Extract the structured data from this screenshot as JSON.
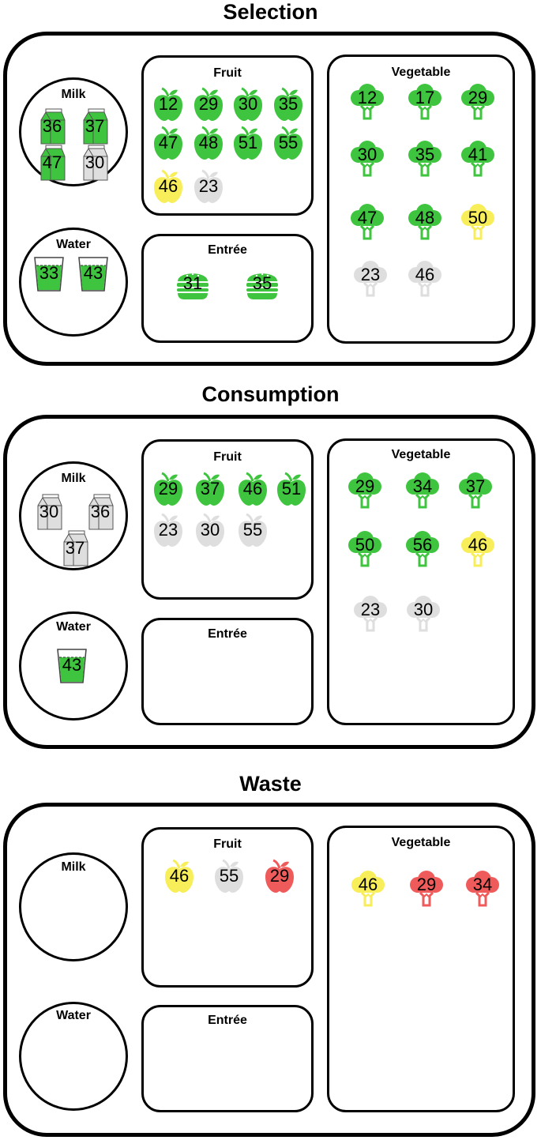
{
  "colors": {
    "green": "#3ec43e",
    "yellow": "#f7ee5a",
    "gray": "#dedede",
    "red": "#ef5b5b"
  },
  "sections": [
    {
      "title": "Selection",
      "milk": {
        "label": "Milk",
        "items": [
          {
            "n": "36",
            "c": "green"
          },
          {
            "n": "37",
            "c": "green"
          },
          {
            "n": "47",
            "c": "green"
          },
          {
            "n": "30",
            "c": "gray"
          }
        ]
      },
      "water": {
        "label": "Water",
        "items": [
          {
            "n": "33",
            "c": "green"
          },
          {
            "n": "43",
            "c": "green"
          }
        ]
      },
      "fruit": {
        "label": "Fruit",
        "items": [
          {
            "n": "12",
            "c": "green"
          },
          {
            "n": "29",
            "c": "green"
          },
          {
            "n": "30",
            "c": "green"
          },
          {
            "n": "35",
            "c": "green"
          },
          {
            "n": "47",
            "c": "green"
          },
          {
            "n": "48",
            "c": "green"
          },
          {
            "n": "51",
            "c": "green"
          },
          {
            "n": "55",
            "c": "green"
          },
          {
            "n": "46",
            "c": "yellow"
          },
          {
            "n": "23",
            "c": "gray"
          }
        ]
      },
      "entree": {
        "label": "Entrée",
        "items": [
          {
            "n": "31",
            "c": "green"
          },
          {
            "n": "35",
            "c": "green"
          }
        ]
      },
      "vegetable": {
        "label": "Vegetable",
        "items": [
          {
            "n": "12",
            "c": "green"
          },
          {
            "n": "17",
            "c": "green"
          },
          {
            "n": "29",
            "c": "green"
          },
          {
            "n": "30",
            "c": "green"
          },
          {
            "n": "35",
            "c": "green"
          },
          {
            "n": "41",
            "c": "green"
          },
          {
            "n": "47",
            "c": "green"
          },
          {
            "n": "48",
            "c": "green"
          },
          {
            "n": "50",
            "c": "yellow"
          },
          {
            "n": "23",
            "c": "gray"
          },
          {
            "n": "46",
            "c": "gray"
          }
        ]
      }
    },
    {
      "title": "Consumption",
      "milk": {
        "label": "Milk",
        "items": [
          {
            "n": "30",
            "c": "gray"
          },
          {
            "n": "36",
            "c": "gray"
          },
          {
            "n": "37",
            "c": "gray"
          }
        ]
      },
      "water": {
        "label": "Water",
        "items": [
          {
            "n": "43",
            "c": "green"
          }
        ]
      },
      "fruit": {
        "label": "Fruit",
        "items": [
          {
            "n": "29",
            "c": "green"
          },
          {
            "n": "37",
            "c": "green"
          },
          {
            "n": "46",
            "c": "green"
          },
          {
            "n": "51",
            "c": "green"
          },
          {
            "n": "23",
            "c": "gray"
          },
          {
            "n": "30",
            "c": "gray"
          },
          {
            "n": "55",
            "c": "gray"
          }
        ]
      },
      "entree": {
        "label": "Entrée",
        "items": []
      },
      "vegetable": {
        "label": "Vegetable",
        "items": [
          {
            "n": "29",
            "c": "green"
          },
          {
            "n": "34",
            "c": "green"
          },
          {
            "n": "37",
            "c": "green"
          },
          {
            "n": "50",
            "c": "green"
          },
          {
            "n": "56",
            "c": "green"
          },
          {
            "n": "46",
            "c": "yellow"
          },
          {
            "n": "23",
            "c": "gray"
          },
          {
            "n": "30",
            "c": "gray"
          }
        ]
      }
    },
    {
      "title": "Waste",
      "milk": {
        "label": "Milk",
        "items": []
      },
      "water": {
        "label": "Water",
        "items": []
      },
      "fruit": {
        "label": "Fruit",
        "items": [
          {
            "n": "46",
            "c": "yellow"
          },
          {
            "n": "55",
            "c": "gray"
          },
          {
            "n": "29",
            "c": "red"
          }
        ]
      },
      "entree": {
        "label": "Entrée",
        "items": []
      },
      "vegetable": {
        "label": "Vegetable",
        "items": [
          {
            "n": "46",
            "c": "yellow"
          },
          {
            "n": "29",
            "c": "red"
          },
          {
            "n": "34",
            "c": "red"
          }
        ]
      }
    }
  ]
}
